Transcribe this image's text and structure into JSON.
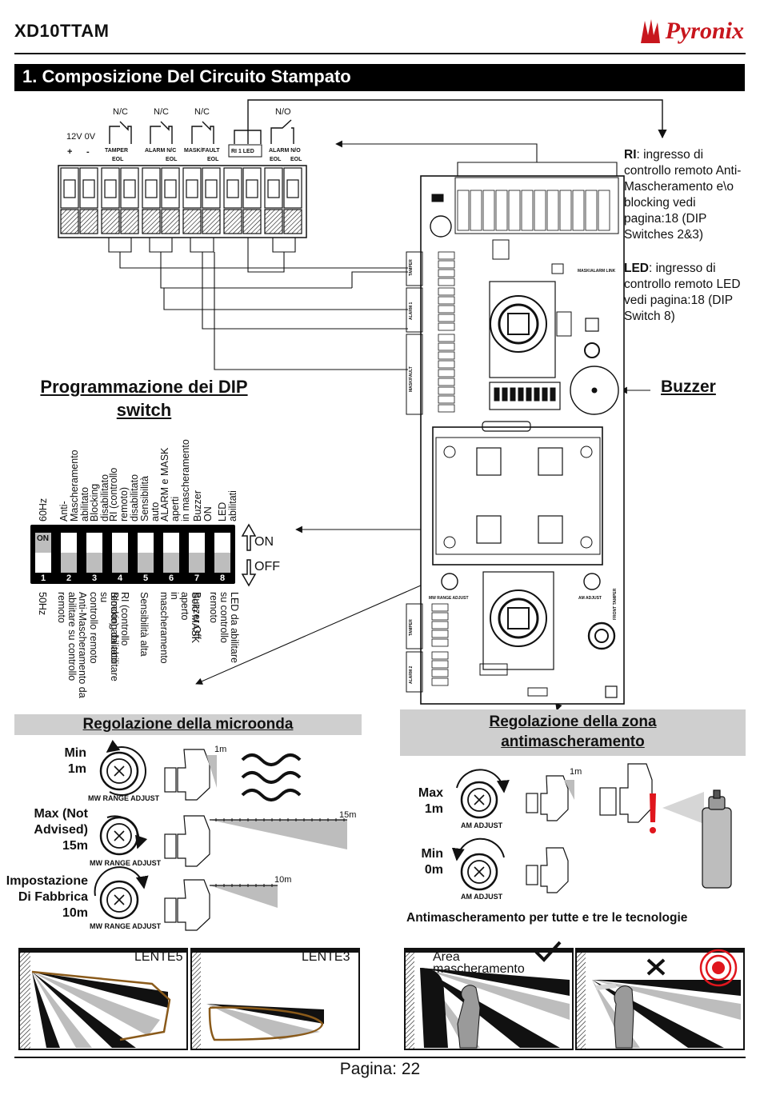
{
  "header": {
    "model": "XD10TTAM",
    "brand": "Pyronix"
  },
  "section": {
    "title": "1. Composizione Del Circuito Stampato"
  },
  "terminal_block": {
    "contact_types": [
      "N/C",
      "N/C",
      "N/C",
      "N/O"
    ],
    "power_label": "12V 0V",
    "polarity": [
      "+",
      "-"
    ],
    "groups": [
      "TAMPER EOL",
      "ALARM N/C EOL",
      "MASK/FAULT EOL",
      "RI 1 LED",
      "ALARM N/O EOL EOL"
    ]
  },
  "notes": {
    "ri_label": "RI",
    "ri_text": ": ingresso di controllo remoto Anti-Mascheramento e\\o blocking vedi pagina:18 (DIP Switches 2&3)",
    "led_label": "LED",
    "led_text": ": ingresso di controllo remoto LED vedi pagina:18 (DIP Switch 8)"
  },
  "buzzer_label": "Buzzer",
  "dip": {
    "heading_line1": "Programmazione dei DIP",
    "heading_line2": "switch",
    "on_label": "ON",
    "off_label": "OFF",
    "switch_on_tag": "ON",
    "numbers": [
      "1",
      "2",
      "3",
      "4",
      "5",
      "6",
      "7",
      "8"
    ],
    "top_labels": [
      "60Hz",
      "Anti-Mascheramento\nabilitato",
      "Blocking disabilitato",
      "RI (controllo\nremoto) disabilitato",
      "Sensibilità auto",
      "ALARM e MASK aperti\nin mascheramento",
      "Buzzer ON",
      "LED abilitati"
    ],
    "bottom_labels": [
      "50Hz",
      "Anti-Mascheramento da\nabilitare su controllo remoto",
      "Blocking da abilitare su\ncontrollo remoto",
      "RI (controllo\nremoto) abilitato",
      "Sensibilità alta",
      "Solo MASK aperto\nin mascheramento",
      "Buzzer Off",
      "LED da abilitare\nsu controllo remoto"
    ]
  },
  "pcb_labels": [
    "TAMPER",
    "ALARM 1",
    "MASK/FAULT",
    "MASK/ALARM LINK",
    "MW RANGE ADJUST",
    "AM ADJUST",
    "TAMPER",
    "ALARM 2",
    "FRONT TAMPER"
  ],
  "microwave": {
    "heading": "Regolazione della microonda",
    "knob_caption": "MW RANGE ADJUST",
    "rows": [
      {
        "label": "Min\n1m",
        "range": "1m"
      },
      {
        "label": "Max (Not\nAdvised)\n15m",
        "range": "15m"
      },
      {
        "label": "Impostazione\nDi Fabbrica\n10m",
        "range": "10m"
      }
    ]
  },
  "antimask": {
    "heading_line1": "Regolazione della zona",
    "heading_line2": "antimascheramento",
    "knob_caption": "AM ADJUST",
    "rows": [
      {
        "label": "Max\n1m",
        "range": "1m"
      },
      {
        "label": "Min\n0m"
      }
    ],
    "caption": "Antimascheramento per tutte e tre le tecnologie"
  },
  "lenses": {
    "left": "LENTE5",
    "right": "LENTE3"
  },
  "mask_area": {
    "label_line1": "Area",
    "label_line2": "mascheramento"
  },
  "footer": {
    "page": "Pagina: 22"
  }
}
